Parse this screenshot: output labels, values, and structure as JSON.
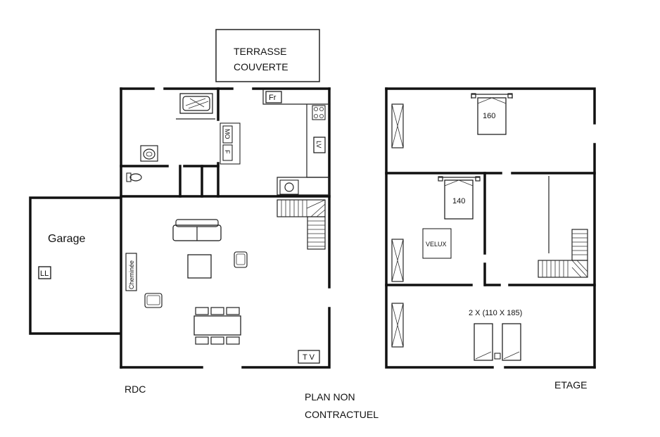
{
  "labels": {
    "terrace_line1": "TERRASSE",
    "terrace_line2": "COUVERTE",
    "garage": "Garage",
    "laundry": "LL",
    "fridge": "Fr",
    "oven": "F",
    "microwave": "MO",
    "dishwasher": "LV",
    "fireplace": "Cheminée",
    "tv": "T V",
    "bed_large": "160",
    "bed_medium": "140",
    "velux": "VELUX",
    "beds_twin": "2 X (110 X 185)",
    "ground_floor": "RDC",
    "upper_floor": "ETAGE",
    "disclaimer_line1": "PLAN NON",
    "disclaimer_line2": "CONTRACTUEL"
  }
}
